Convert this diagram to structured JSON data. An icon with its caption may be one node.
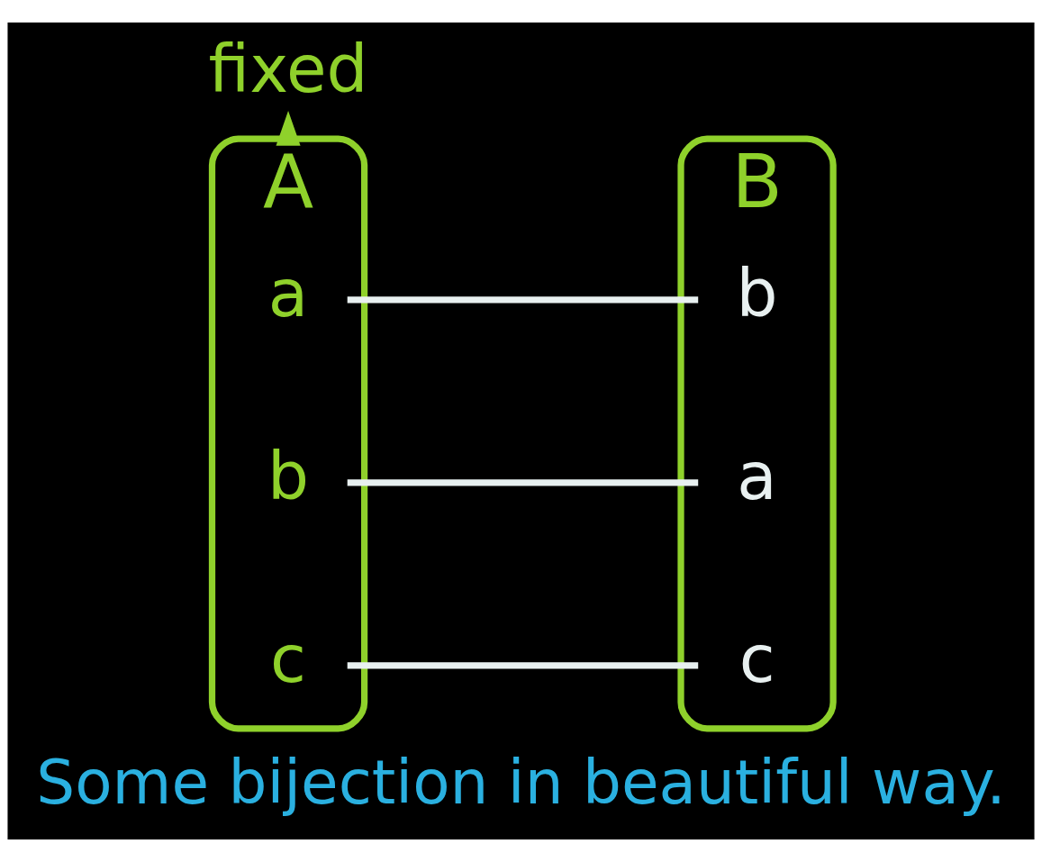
{
  "diagram": {
    "caption": "Some bijection in beautiful way.",
    "nodes": [
      {
        "text": [
          "A"
        ]
      },
      {
        "text": [
          "a"
        ],
        "in": 0
      },
      {
        "text": [
          "b"
        ],
        "in": 0
      },
      {
        "text": [
          "c"
        ],
        "in": 0
      },
      {
        "text": [
          "B"
        ]
      },
      {
        "text": [
          "b"
        ],
        "in": 4
      },
      {
        "text": [
          "a"
        ],
        "in": 4
      },
      {
        "text": [
          "c"
        ],
        "in": 4
      },
      {
        "text": [
          "fixed"
        ]
      }
    ],
    "edges": [
      {
        "from": 1,
        "to": 5,
        "arrow": "none"
      },
      {
        "from": 2,
        "to": 6,
        "arrow": "none"
      },
      {
        "from": 3,
        "to": 7,
        "arrow": "none"
      },
      {
        "from": 0,
        "to": 8,
        "arrow": "to",
        "color": "#8fd12b"
      }
    ]
  }
}
